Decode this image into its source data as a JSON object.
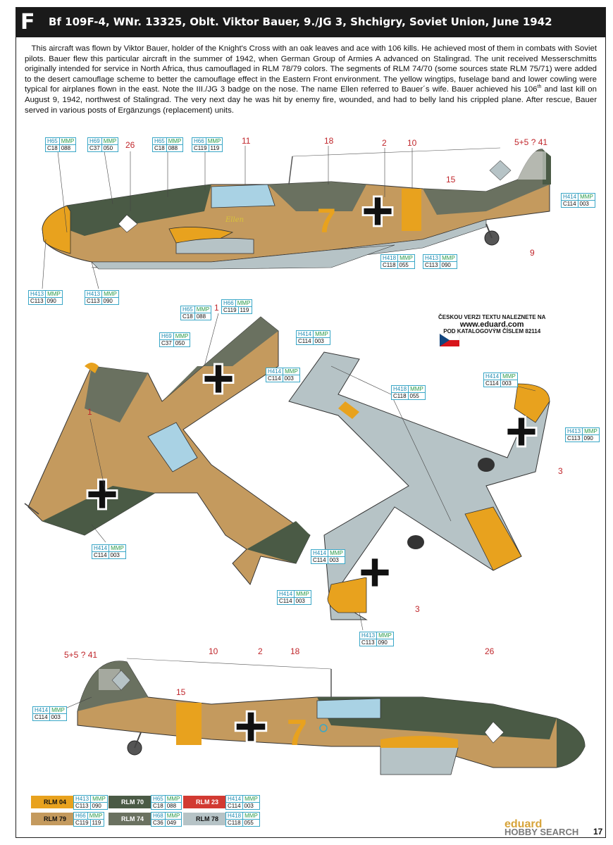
{
  "header": {
    "letter": "F",
    "title": "Bf 109F-4, WNr. 13325, Oblt. Viktor Bauer, 9./JG 3, Shchigry, Soviet Union, June 1942"
  },
  "description": {
    "p1": "This aircraft was flown by Viktor Bauer, holder of the Knight's Cross with an oak leaves and ace with 106 kills. He achieved most of them in combats with Soviet pilots. Bauer flew this particular aircraft in the summer of 1942, when German Group of Armies A advanced on Stalingrad. The unit received Messerschmitts originally intended for service in North Africa, thus camouflaged in RLM 78/79 colors. The segments of RLM 74/70 (some sources state RLM 75/71) were added to the desert camouflage scheme to better the camouflage effect in the Eastern Front environment. The yellow wingtips, fuselage band and lower cowling were typical for airplanes flown in the east. Note the III./JG 3 badge on the nose. The name Ellen referred to Bauer´s wife. Bauer achieved his 106",
    "sup": "th",
    "p2": " and last kill on August 9, 1942, northwest of Stalingrad. The very next day he was hit by enemy fire, wounded, and had to belly land his crippled plane. After rescue, Bauer served in various posts of Ergänzungs (replacement) units."
  },
  "czech_note": {
    "line1": "ČESKOU VERZI TEXTU NALEZNETE NA",
    "url": "www.eduard.com",
    "line2": "POD KATALOGOVÝM ČÍSLEM 82114"
  },
  "paint_boxes": [
    {
      "id": "h65-top",
      "top": "H65",
      "mmp": "MMP",
      "bottom": "C18",
      "code": "088"
    },
    {
      "id": "h69-top",
      "top": "H69",
      "mmp": "MMP",
      "bottom": "C37",
      "code": "050"
    },
    {
      "id": "h65-top2",
      "top": "H65",
      "mmp": "MMP",
      "bottom": "C18",
      "code": "088"
    },
    {
      "id": "h66-top",
      "top": "H66",
      "mmp": "MMP",
      "bottom": "C119",
      "code": "119"
    },
    {
      "id": "h414-side",
      "top": "H414",
      "mmp": "MMP",
      "bottom": "C114",
      "code": "003"
    },
    {
      "id": "h418-side",
      "top": "H418",
      "mmp": "MMP",
      "bottom": "C118",
      "code": "055"
    },
    {
      "id": "h413-side",
      "top": "H413",
      "mmp": "MMP",
      "bottom": "C113",
      "code": "090"
    },
    {
      "id": "h413-nose1",
      "top": "H413",
      "mmp": "MMP",
      "bottom": "C113",
      "code": "090"
    },
    {
      "id": "h413-nose2",
      "top": "H413",
      "mmp": "MMP",
      "bottom": "C113",
      "code": "090"
    },
    {
      "id": "h65-plan",
      "top": "H65",
      "mmp": "MMP",
      "bottom": "C18",
      "code": "088"
    },
    {
      "id": "h66-plan",
      "top": "H66",
      "mmp": "MMP",
      "bottom": "C119",
      "code": "119"
    },
    {
      "id": "h69-plan",
      "top": "H69",
      "mmp": "MMP",
      "bottom": "C37",
      "code": "050"
    },
    {
      "id": "h414-plan",
      "top": "H414",
      "mmp": "MMP",
      "bottom": "C114",
      "code": "003"
    },
    {
      "id": "h414-plan2",
      "top": "H414",
      "mmp": "MMP",
      "bottom": "C114",
      "code": "003"
    },
    {
      "id": "h414-plan3",
      "top": "H414",
      "mmp": "MMP",
      "bottom": "C114",
      "code": "003"
    },
    {
      "id": "h414-plan4",
      "top": "H414",
      "mmp": "MMP",
      "bottom": "C114",
      "code": "003"
    },
    {
      "id": "h414-under1",
      "top": "H414",
      "mmp": "MMP",
      "bottom": "C114",
      "code": "003"
    },
    {
      "id": "h418-under",
      "top": "H418",
      "mmp": "MMP",
      "bottom": "C118",
      "code": "055"
    },
    {
      "id": "h414-under2",
      "top": "H414",
      "mmp": "MMP",
      "bottom": "C114",
      "code": "003"
    },
    {
      "id": "h413-under1",
      "top": "H413",
      "mmp": "MMP",
      "bottom": "C113",
      "code": "090"
    },
    {
      "id": "h413-under2",
      "top": "H413",
      "mmp": "MMP",
      "bottom": "C113",
      "code": "090"
    },
    {
      "id": "h414-side2",
      "top": "H414",
      "mmp": "MMP",
      "bottom": "C114",
      "code": "003"
    }
  ],
  "callouts": {
    "c26a": "26",
    "c11": "11",
    "c18a": "18",
    "c2a": "2",
    "c10a": "10",
    "c541a": "5+5 ? 41",
    "c15a": "15",
    "c9": "9",
    "c1a": "1",
    "c1b": "1",
    "c3a": "3",
    "c3b": "3",
    "c541b": "5+5 ? 41",
    "c15b": "15",
    "c10b": "10",
    "c2b": "2",
    "c18b": "18",
    "c26b": "26"
  },
  "markings": {
    "code_letter": "7",
    "nose_name": "Ellen"
  },
  "legend": [
    {
      "label": "RLM 04",
      "color": "#e8a21e",
      "text": "#111",
      "top": "H413",
      "mmp": "MMP",
      "bottom": "C113",
      "code": "090"
    },
    {
      "label": "RLM 70",
      "color": "#4a5a45",
      "text": "#fff",
      "top": "H65",
      "mmp": "MMP",
      "bottom": "C18",
      "code": "088"
    },
    {
      "label": "RLM 23",
      "color": "#d23a32",
      "text": "#fff",
      "top": "H414",
      "mmp": "MMP",
      "bottom": "C114",
      "code": "003"
    },
    {
      "label": "RLM 79",
      "color": "#c49a5e",
      "text": "#111",
      "top": "H66",
      "mmp": "MMP",
      "bottom": "C119",
      "code": "119"
    },
    {
      "label": "RLM 74",
      "color": "#6a7160",
      "text": "#fff",
      "top": "H68",
      "mmp": "MMP",
      "bottom": "C36",
      "code": "049"
    },
    {
      "label": "RLM 78",
      "color": "#b6c3c6",
      "text": "#111",
      "top": "H418",
      "mmp": "MMP",
      "bottom": "C118",
      "code": "055"
    }
  ],
  "footer": {
    "brand": "eduard",
    "watermark": "HOBBY SEARCH",
    "page": "17"
  },
  "colors": {
    "rlm79": "#c49a5e",
    "rlm74": "#6a7160",
    "rlm70": "#4a5a45",
    "rlm78": "#b6c3c6",
    "yellow": "#e8a21e"
  }
}
